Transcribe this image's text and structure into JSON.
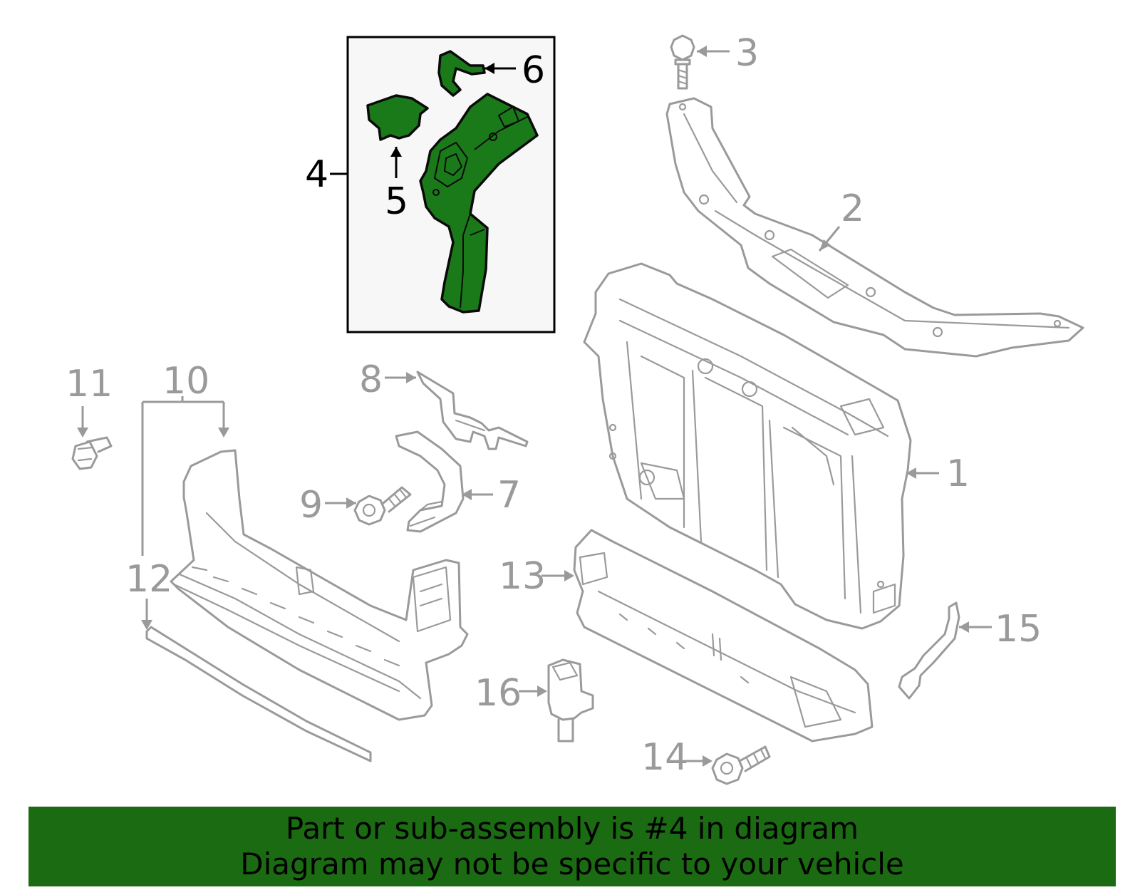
{
  "callouts": {
    "c1": "1",
    "c2": "2",
    "c3": "3",
    "c4": "4",
    "c5": "5",
    "c6": "6",
    "c7": "7",
    "c8": "8",
    "c9": "9",
    "c10": "10",
    "c11": "11",
    "c12": "12",
    "c13": "13",
    "c14": "14",
    "c15": "15",
    "c16": "16"
  },
  "highlight": {
    "part_number": "4",
    "color": "#1a7a1a"
  },
  "colors": {
    "banner": "#1b6b12",
    "part_lines": "#9a9a9a",
    "highlight_fill": "#1a7a1a"
  },
  "banner": {
    "line1": "Part or sub-assembly is #4 in diagram",
    "line2": "Diagram may not be specific to your vehicle"
  }
}
